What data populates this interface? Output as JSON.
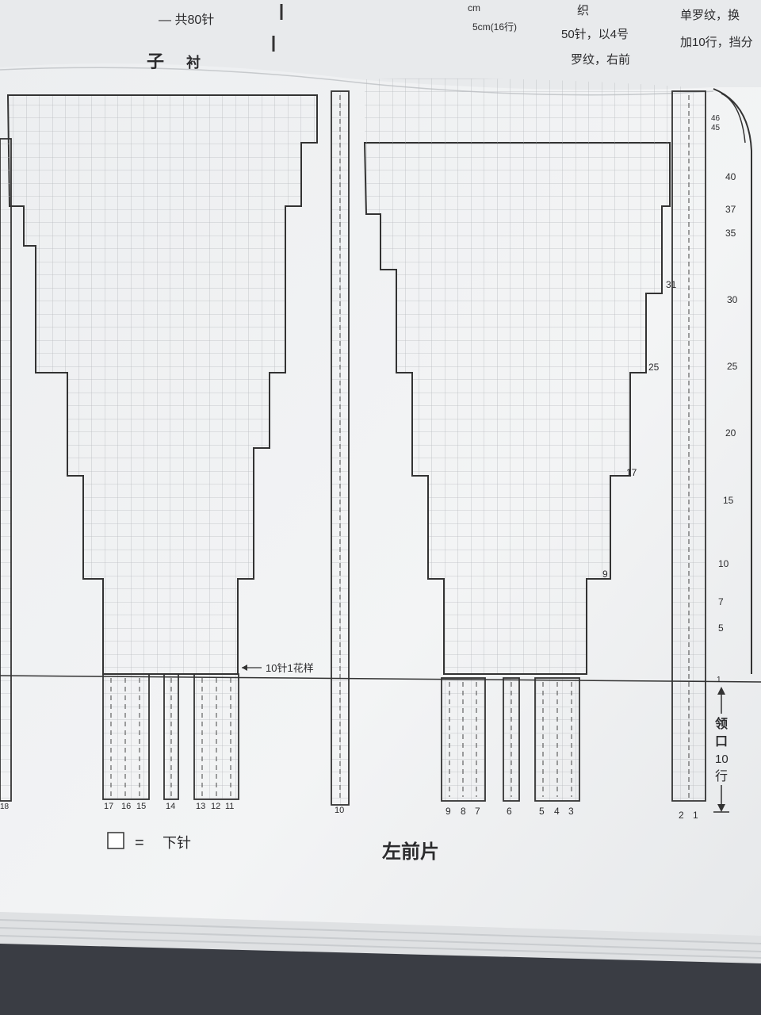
{
  "top_clippings": {
    "a": "— 共80针",
    "b": "cm",
    "c": "5cm(16行)",
    "d": "衬",
    "e": "子",
    "f": "织",
    "g": "50针，以4号",
    "h": "罗纹，右前",
    "i": "单罗纹，换",
    "j": "加10行，挡分"
  },
  "chart": {
    "title": "左前片",
    "legend_symbol": "□",
    "legend_equals": "=",
    "legend_text": "下针",
    "pattern_note": "10针1花样",
    "neck_label": [
      "领",
      "口",
      "10",
      "行"
    ],
    "row_numbers_right": [
      "46",
      "45",
      "40",
      "37",
      "35",
      "30",
      "25",
      "20",
      "15",
      "10",
      "7",
      "5",
      "1"
    ],
    "row_numbers_inner": [
      "31",
      "25",
      "17",
      "9"
    ],
    "stitch_numbers_left": [
      "18",
      "17",
      "16",
      "15",
      "14",
      "13",
      "12",
      "11",
      "10"
    ],
    "stitch_numbers_right": [
      "9",
      "8",
      "7",
      "6",
      "5",
      "4",
      "3",
      "2",
      "1"
    ]
  }
}
